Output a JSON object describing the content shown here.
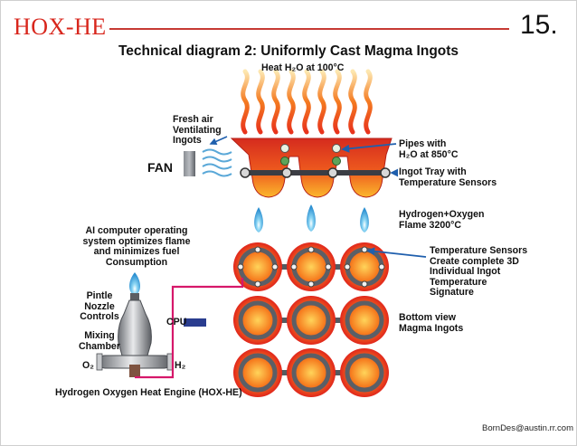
{
  "brand": "HOX-HE",
  "page_number": "15.",
  "title": "Technical diagram 2: Uniformly Cast Magma Ingots",
  "labels": {
    "heat": "Heat H₂O at 100°C",
    "fresh_air": [
      "Fresh air",
      "Ventilating",
      "Ingots"
    ],
    "fan": "FAN",
    "pipes": [
      "Pipes with",
      "H₂O at 850°C"
    ],
    "ingot_tray": [
      "Ingot Tray with",
      "Temperature Sensors"
    ],
    "flame": [
      "Hydrogen+Oxygen",
      "Flame 3200°C"
    ],
    "ai": [
      "AI computer operating",
      "system optimizes flame",
      "and minimizes fuel",
      "Consumption"
    ],
    "temp_sensors": [
      "Temperature Sensors",
      "Create complete 3D",
      "Individual Ingot",
      "Temperature",
      "Signature"
    ],
    "pintle": [
      "Pintle",
      "Nozzle",
      "Controls"
    ],
    "cpu": "CPU",
    "mixing": [
      "Mixing",
      "Chamber"
    ],
    "bottom_view": [
      "Bottom view",
      "Magma Ingots"
    ],
    "o2": "O₂",
    "h2": "H₂",
    "engine": "Hydrogen Oxygen Heat Engine (HOX-HE)"
  },
  "credit": "BornDes@austin.rr.com",
  "colors": {
    "brand_red": "#d8261c",
    "arrow_blue": "#1f5fad",
    "cable_pink": "#d6186a",
    "cpu_blue": "#2a3d8f",
    "fan_gray": "#6b6f76"
  }
}
